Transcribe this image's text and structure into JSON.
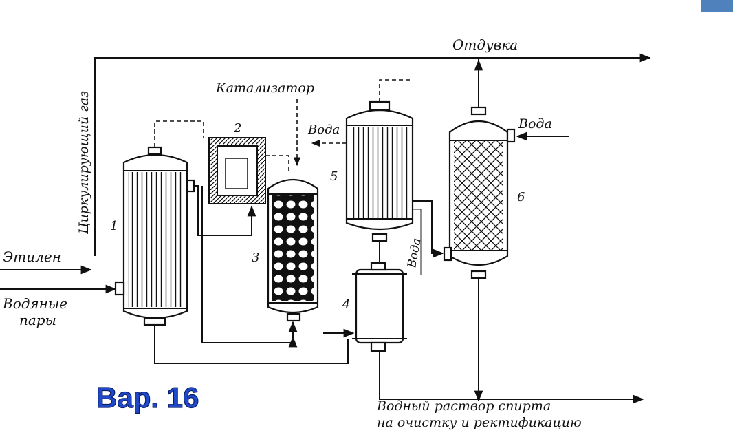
{
  "labels": {
    "circulating_gas": "Циркулирующий газ",
    "blowoff": "Отдувка",
    "catalyst": "Катализатор",
    "water_5": "Вода",
    "water_6": "Вода",
    "water_5_bottom": "Вода",
    "ethylene": "Этилен",
    "steam_line1": "Водяные",
    "steam_line2": "пары",
    "product_line1": "Водный раствор спирта",
    "product_line2": "на очистку и ректификацию"
  },
  "units": [
    "1",
    "2",
    "3",
    "4",
    "5",
    "6"
  ],
  "variant": "Вар. 16",
  "colors": {
    "variant_fill": "#1f49c9",
    "corner_accent": "#4f81bd",
    "ink": "#111111"
  }
}
